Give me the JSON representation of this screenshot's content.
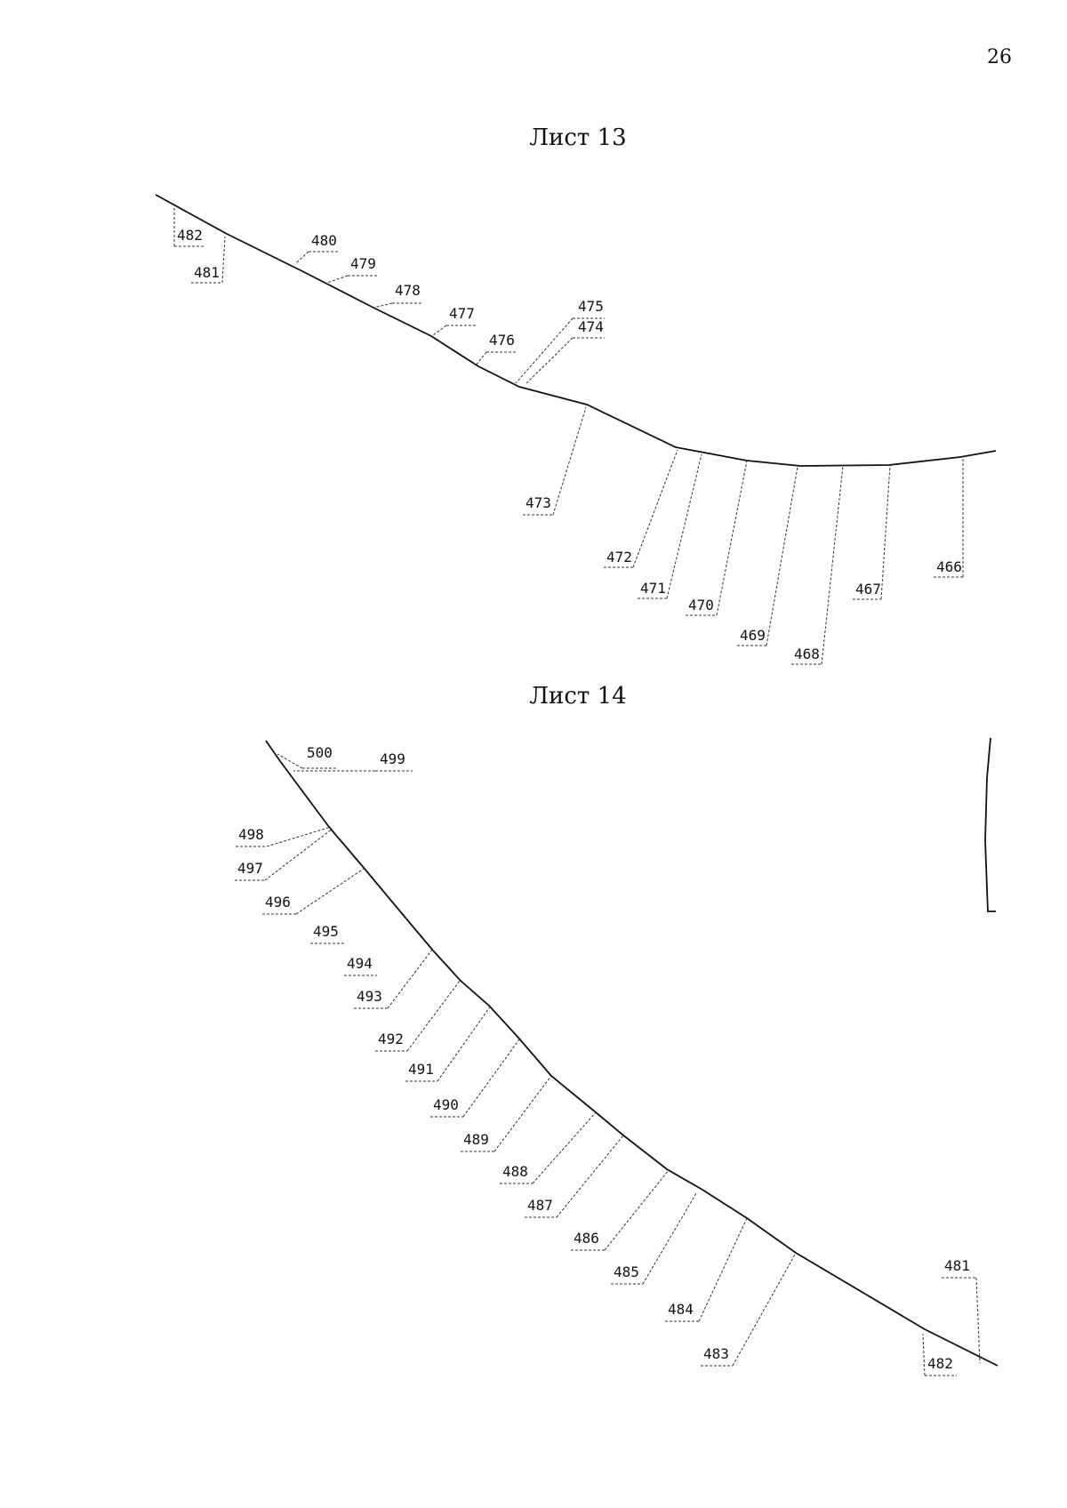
{
  "page_number": "26",
  "sheets": [
    {
      "title": "Лист 13",
      "labels": [
        "482",
        "481",
        "480",
        "479",
        "478",
        "477",
        "476",
        "475",
        "474",
        "473",
        "472",
        "471",
        "470",
        "469",
        "468",
        "467",
        "466"
      ]
    },
    {
      "title": "Лист 14",
      "labels": [
        "500",
        "499",
        "498",
        "497",
        "496",
        "495",
        "494",
        "493",
        "492",
        "491",
        "490",
        "489",
        "488",
        "487",
        "486",
        "485",
        "484",
        "483",
        "482",
        "481"
      ]
    }
  ]
}
